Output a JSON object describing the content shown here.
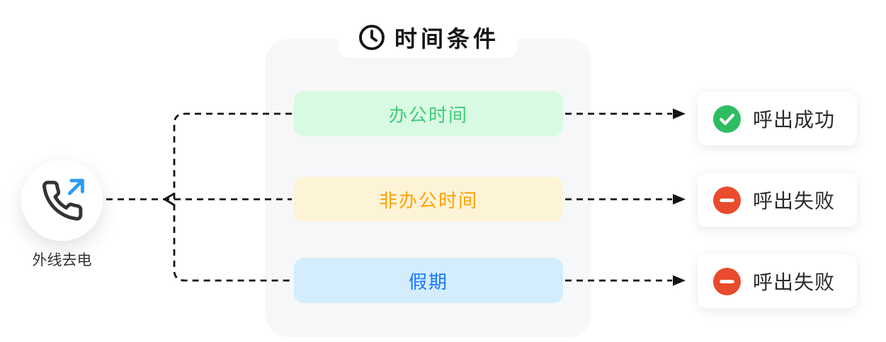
{
  "source": {
    "label": "外线去电",
    "icon": "outgoing-call-icon",
    "phone_color": "#333333",
    "arrow_color": "#2d9cf4"
  },
  "panel": {
    "title": "时间条件",
    "icon": "clock-icon",
    "bg_color": "#f6f7f9",
    "title_color": "#141414"
  },
  "conditions": [
    {
      "label": "办公时间",
      "text_color": "#3ecb7a",
      "bg_color": "#d9fae2"
    },
    {
      "label": "非办公时间",
      "text_color": "#ffa300",
      "bg_color": "#fdf3d7"
    },
    {
      "label": "假期",
      "text_color": "#1677ff",
      "bg_color": "#d3edfc"
    }
  ],
  "results": [
    {
      "label": "呼出成功",
      "status": "success",
      "icon": "check-circle-icon",
      "icon_color": "#2ebd63"
    },
    {
      "label": "呼出失败",
      "status": "failure",
      "icon": "minus-circle-icon",
      "icon_color": "#e84b2d"
    },
    {
      "label": "呼出失败",
      "status": "failure",
      "icon": "minus-circle-icon",
      "icon_color": "#e84b2d"
    }
  ],
  "connector_color": "#141414"
}
